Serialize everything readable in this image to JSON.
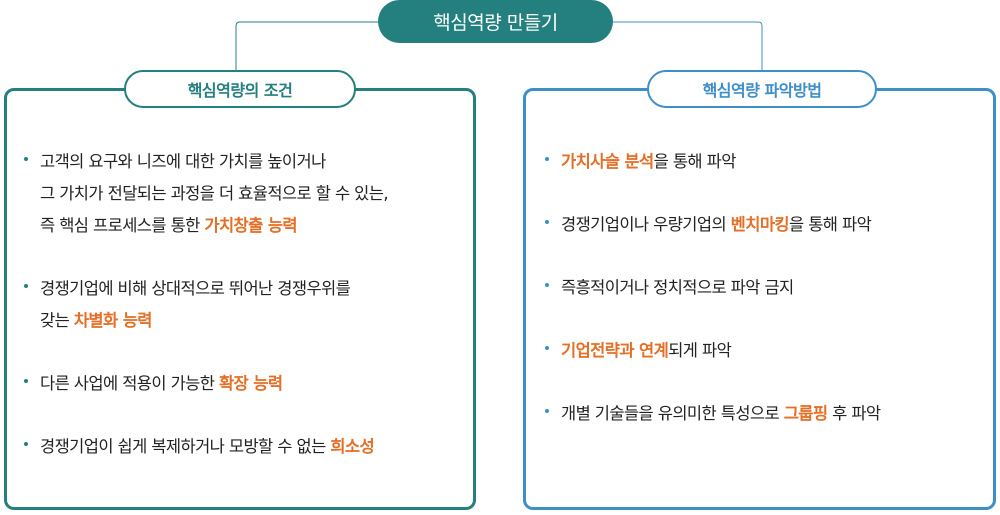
{
  "title": "핵심역량 만들기",
  "left": {
    "heading": "핵심역량의 조건",
    "items": [
      {
        "lines": [
          {
            "text": "고객의 요구와 니즈에 대한 가치를 높이거나",
            "hl": ""
          },
          {
            "text": "그 가치가 전달되는 과정을 더 효율적으로 할 수 있는,",
            "hl": ""
          },
          {
            "text": "즉 핵심 프로세스를 통한 ",
            "hl": "가치창출 능력"
          }
        ]
      },
      {
        "lines": [
          {
            "text": "경쟁기업에 비해 상대적으로 뛰어난 경쟁우위를",
            "hl": ""
          },
          {
            "text": "갖는 ",
            "hl": "차별화 능력"
          }
        ]
      },
      {
        "lines": [
          {
            "text": "다른 사업에 적용이 가능한 ",
            "hl": "확장 능력"
          }
        ]
      },
      {
        "lines": [
          {
            "text": "경쟁기업이 쉽게 복제하거나 모방할 수 없는 ",
            "hl": "희소성"
          }
        ]
      }
    ]
  },
  "right": {
    "heading": "핵심역량 파악방법",
    "items": [
      {
        "pre": "",
        "hl": "가치사슬 분석",
        "post": "을 통해 파악"
      },
      {
        "pre": "경쟁기업이나 우량기업의 ",
        "hl": "벤치마킹",
        "post": "을 통해 파악"
      },
      {
        "pre": "즉흥적이거나 정치적으로 파악 금지",
        "hl": "",
        "post": ""
      },
      {
        "pre": "",
        "hl": "기업전략과 연계",
        "post": "되게 파악"
      },
      {
        "pre": "개별 기술들을 유의미한 특성으로 ",
        "hl": "그룹핑",
        "post": " 후 파악"
      }
    ]
  },
  "colors": {
    "teal": "#24807e",
    "blue": "#3e8fc9",
    "highlight": "#e56f26"
  }
}
